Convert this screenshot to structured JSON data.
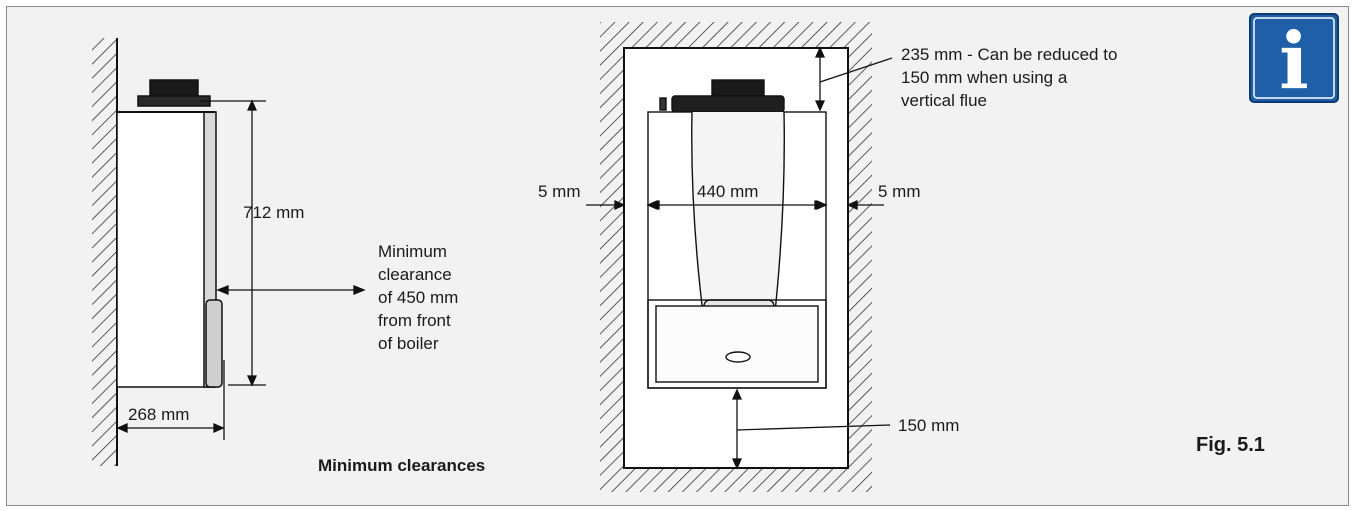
{
  "side_view": {
    "height_label": "712 mm",
    "depth_label": "268 mm",
    "front_clearance_lines": [
      "Minimum",
      "clearance",
      "of 450 mm",
      "from front",
      "of boiler"
    ]
  },
  "front_view": {
    "top_clearance_lines": [
      "235 mm - Can be reduced to",
      "150 mm when using a",
      "vertical flue"
    ],
    "left_clearance_label": "5 mm",
    "right_clearance_label": "5 mm",
    "width_label": "440 mm",
    "bottom_clearance_label": "150 mm"
  },
  "caption": "Minimum clearances",
  "figure_label": "Fig. 5.1",
  "info_icon": {
    "symbol": "i",
    "color": "#1f5fa8"
  }
}
